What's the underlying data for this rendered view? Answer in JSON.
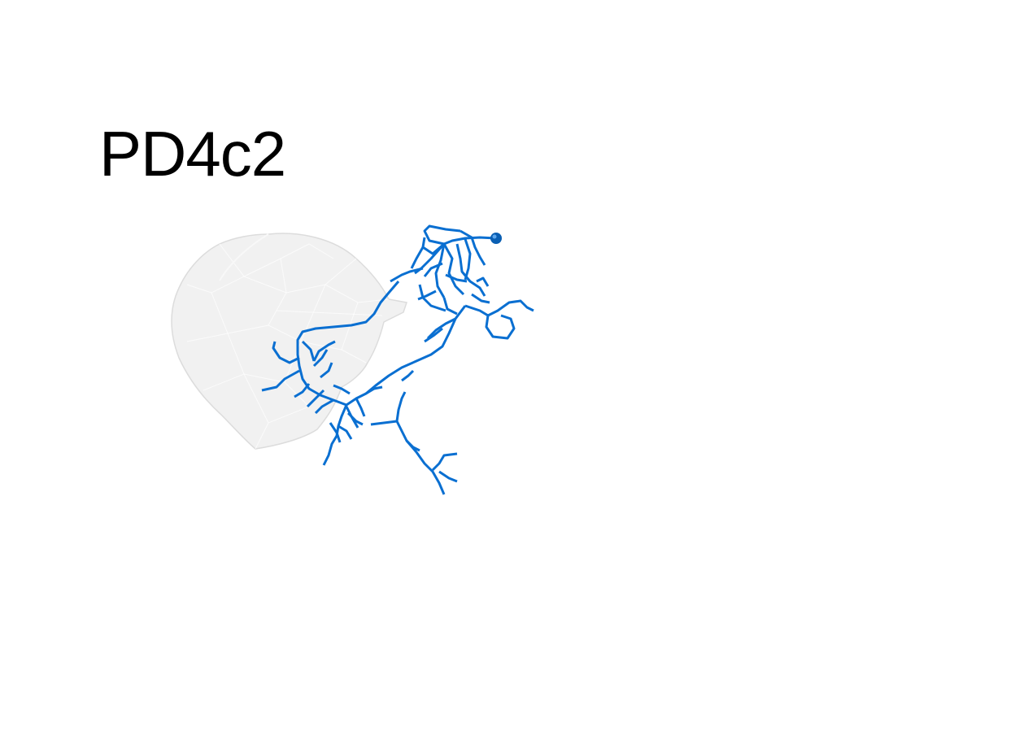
{
  "figure": {
    "title": "PD4c2"
  },
  "colors": {
    "neuron": "#0a6fd1",
    "soma": "#0a5fb3",
    "neuropil_fill": "#efefef",
    "neuropil_edge": "#dcdcdc"
  },
  "objects": {
    "neuron_icon": "neuron-skeleton",
    "neuropil_icon": "neuropil-mesh"
  }
}
